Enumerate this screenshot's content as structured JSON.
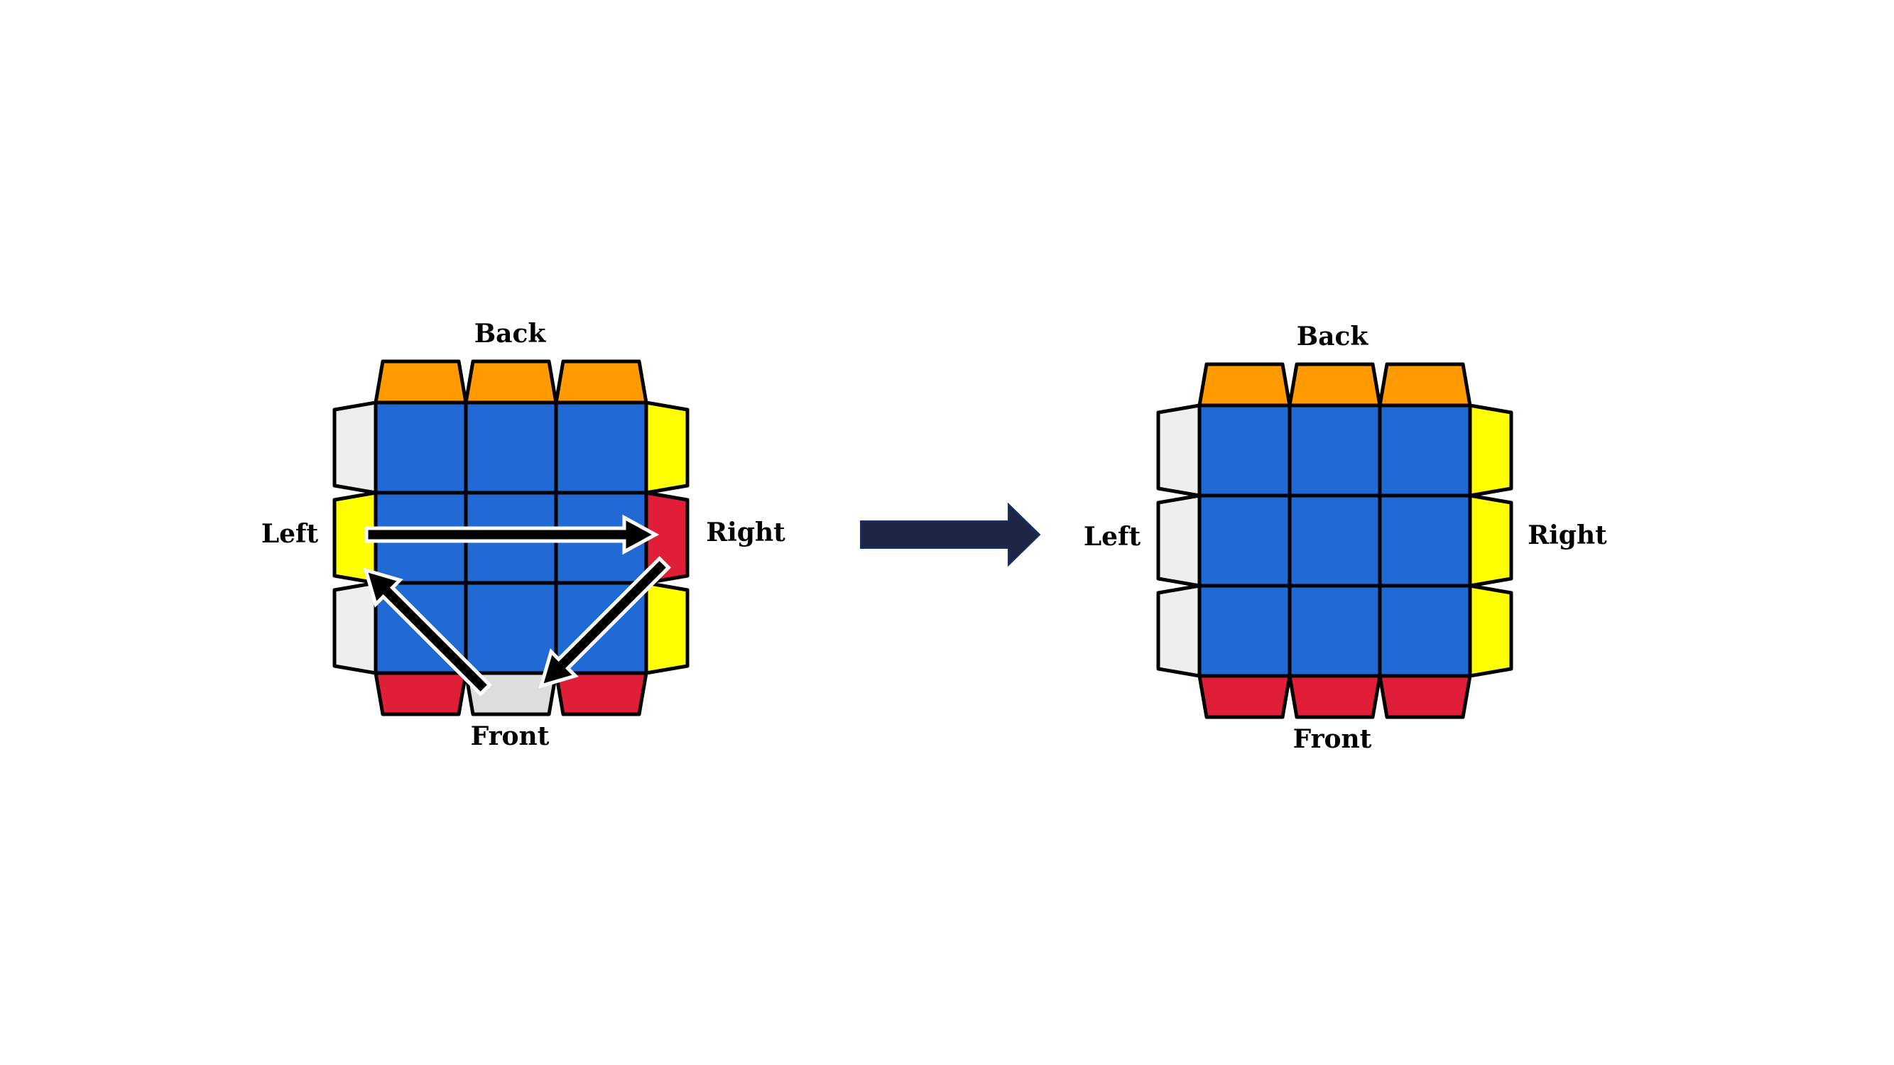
{
  "colors": {
    "top": "#2169D4",
    "back": "#FF9A00",
    "front": "#E01E37",
    "left": "#EEEEEE",
    "right": "#FFFF00",
    "white_front_center": "#DDDDDD",
    "outline": "#000000",
    "transition_arrow": "#1E2645"
  },
  "labels": {
    "back": "Back",
    "front": "Front",
    "left": "Left",
    "right": "Right"
  },
  "cubes": [
    {
      "id": "before",
      "side_stickers": {
        "back": [
          "back",
          "back",
          "back"
        ],
        "front": [
          "front",
          "white_front_center",
          "front"
        ],
        "left": [
          "left",
          "right",
          "left"
        ],
        "right": [
          "right",
          "front",
          "right"
        ]
      },
      "swap_arrows": [
        "left-to-right",
        "right-to-front",
        "front-to-left"
      ]
    },
    {
      "id": "after",
      "side_stickers": {
        "back": [
          "back",
          "back",
          "back"
        ],
        "front": [
          "front",
          "front",
          "front"
        ],
        "left": [
          "left",
          "left",
          "left"
        ],
        "right": [
          "right",
          "right",
          "right"
        ]
      },
      "swap_arrows": []
    }
  ],
  "transition": "right-arrow-icon"
}
